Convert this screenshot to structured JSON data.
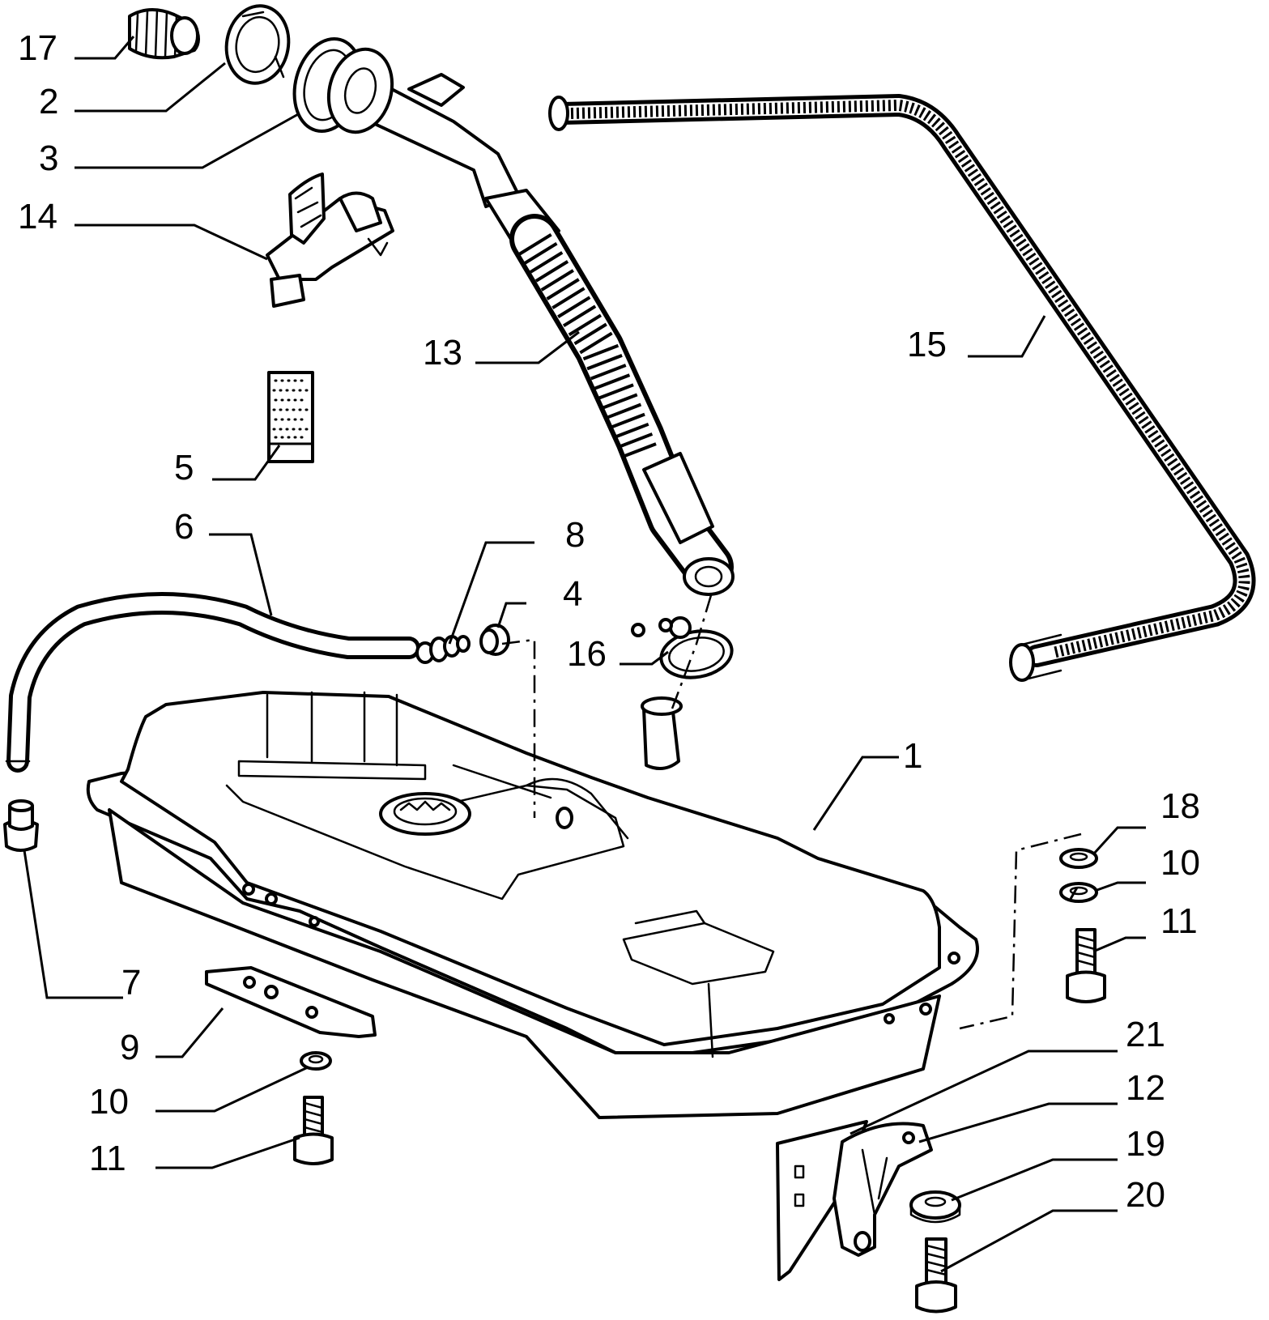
{
  "callouts": [
    {
      "id": "c17",
      "text": "17"
    },
    {
      "id": "c2",
      "text": "2"
    },
    {
      "id": "c3",
      "text": "3"
    },
    {
      "id": "c14",
      "text": "14"
    },
    {
      "id": "c13",
      "text": "13"
    },
    {
      "id": "c15",
      "text": "15"
    },
    {
      "id": "c5",
      "text": "5"
    },
    {
      "id": "c6",
      "text": "6"
    },
    {
      "id": "c8",
      "text": "8"
    },
    {
      "id": "c4",
      "text": "4"
    },
    {
      "id": "c16",
      "text": "16"
    },
    {
      "id": "c1",
      "text": "1"
    },
    {
      "id": "c18",
      "text": "18"
    },
    {
      "id": "c10a",
      "text": "10"
    },
    {
      "id": "c11a",
      "text": "11"
    },
    {
      "id": "c7",
      "text": "7"
    },
    {
      "id": "c9",
      "text": "9"
    },
    {
      "id": "c10b",
      "text": "10"
    },
    {
      "id": "c11b",
      "text": "11"
    },
    {
      "id": "c21",
      "text": "21"
    },
    {
      "id": "c12",
      "text": "12"
    },
    {
      "id": "c19",
      "text": "19"
    },
    {
      "id": "c20",
      "text": "20"
    }
  ]
}
